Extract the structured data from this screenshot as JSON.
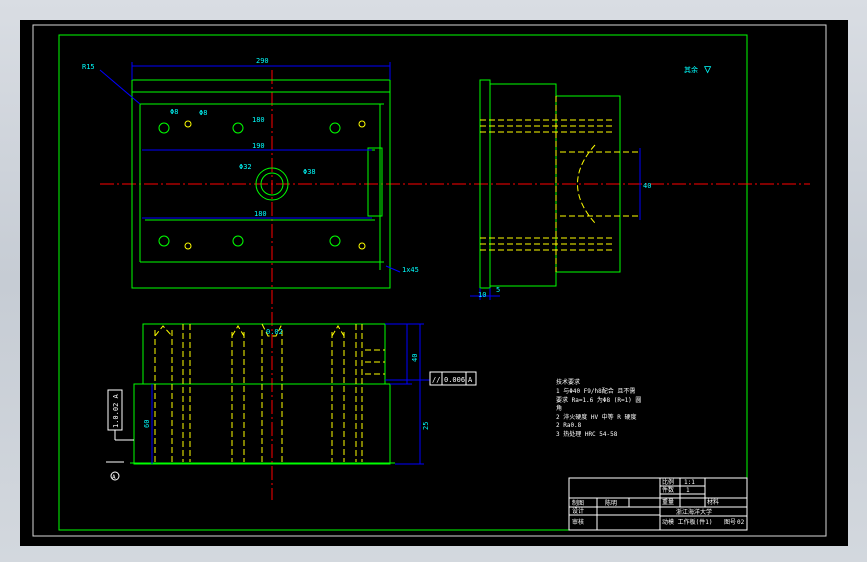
{
  "colors": {
    "background": "#000000",
    "frame": "#d8d8d8",
    "outline": "#00ff00",
    "hidden": "#ffff00",
    "center": "#ff0000",
    "dimension": "#0000ff",
    "text": "#ffffff"
  },
  "top_view": {
    "dims": {
      "overall_width": "290",
      "hole_spacing": "180",
      "inner_width": "190",
      "bore_diameter": "Φ32",
      "counterbore_diameter": "Φ38",
      "hole_label_1": "Φ8",
      "hole_label_2": "Φ8",
      "pin_spacing": "180",
      "corner_radius": "R15",
      "chamfer": "1x45"
    }
  },
  "side_view": {
    "dims": {
      "bore_height": "40",
      "flange_width": "10",
      "offset": "5"
    }
  },
  "front_view": {
    "dims": {
      "height_right": "40",
      "height_left": "60",
      "height_bottom": "25",
      "top_mark": "0.02"
    },
    "parallelism_frame": {
      "symbol": "//",
      "value": "0.006",
      "datum": "A"
    },
    "datum_frame": {
      "text": "1.0.02 A",
      "datum": "A"
    }
  },
  "roughness": {
    "label": "其余",
    "symbol": "▽"
  },
  "tech_notes": {
    "title": "技术要求",
    "lines": [
      "1 与Φ40 F9/h8配合 且不需",
      "要求 Ra=1.6 为Φ8 (R=1) 圆",
      "角",
      "2 淬火硬度 HV  中等 R 硬度",
      "2 Ra0.8",
      "3 热处理   HRC 54-58"
    ]
  },
  "title_block": {
    "scale_label": "比例",
    "scale_value": "1:1",
    "qty_label": "件数",
    "qty_value": "1",
    "weight_label": "重量",
    "material_label": "材料",
    "drawn_label": "制图",
    "drawn_name": "陈明",
    "designed_label": "设计",
    "checked_label": "审核",
    "school": "浙江海洋大学",
    "part_name": "动模 工作板(件1)",
    "drawing_no": "02",
    "drawing_no_label": "图号"
  }
}
